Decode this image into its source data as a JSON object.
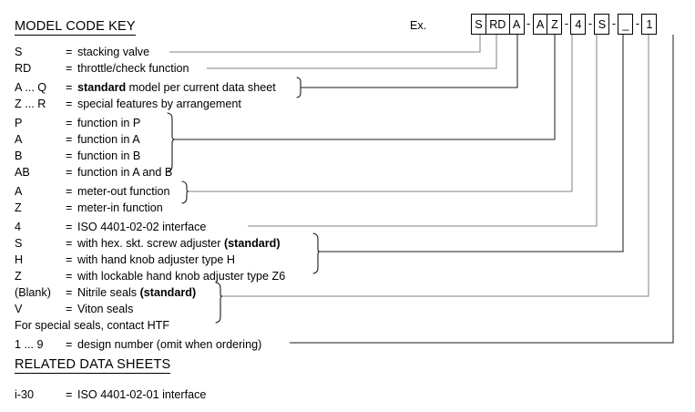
{
  "document": {
    "title": "MODEL CODE KEY",
    "related_title": "RELATED DATA SHEETS",
    "example_label": "Ex."
  },
  "model_code": {
    "boxes": [
      {
        "id": "box-s",
        "value": "S"
      },
      {
        "id": "box-rd",
        "value": "RD"
      },
      {
        "id": "box-a1",
        "value": "A"
      },
      {
        "id": "box-a2",
        "value": "A"
      },
      {
        "id": "box-z",
        "value": "Z"
      },
      {
        "id": "box-4",
        "value": "4"
      },
      {
        "id": "box-s2",
        "value": "S"
      },
      {
        "id": "box-blank",
        "value": "_"
      },
      {
        "id": "box-1",
        "value": "1"
      }
    ],
    "separator": "-",
    "full_code": "S RD A - A Z - 4 - S - _ - 1"
  },
  "key_rows": [
    {
      "code": "S",
      "eq": "=",
      "desc": "stacking valve"
    },
    {
      "code": "RD",
      "eq": "=",
      "desc": "throttle/check function"
    },
    {
      "code": "A ... Q",
      "eq": "=",
      "desc_bold": "standard",
      "desc": " model per current data sheet"
    },
    {
      "code": "Z ... R",
      "eq": "=",
      "desc": "special features by arrangement"
    },
    {
      "code": "P",
      "eq": "=",
      "desc": "function in P"
    },
    {
      "code": "A",
      "eq": "=",
      "desc": "function in A"
    },
    {
      "code": "B",
      "eq": "=",
      "desc": "function in B"
    },
    {
      "code": "AB",
      "eq": "=",
      "desc": "function in A and B"
    },
    {
      "code": "A",
      "eq": "=",
      "desc": "meter-out function"
    },
    {
      "code": "Z",
      "eq": "=",
      "desc": "meter-in function"
    },
    {
      "code": "4",
      "eq": "=",
      "desc": "ISO 4401-02-02 interface"
    },
    {
      "code": "S",
      "eq": "=",
      "desc": "with hex. skt. screw adjuster ",
      "desc_bold_after": "(standard)"
    },
    {
      "code": "H",
      "eq": "=",
      "desc": "with hand knob adjuster type H"
    },
    {
      "code": "Z",
      "eq": "=",
      "desc": "with lockable hand knob adjuster type Z6"
    },
    {
      "code": "(Blank)",
      "eq": "=",
      "desc": "Nitrile seals ",
      "desc_bold_after": "(standard)"
    },
    {
      "code": "V",
      "eq": "=",
      "desc": "Viton seals"
    },
    {
      "code": "For special seals, contact HTF",
      "eq": "",
      "desc": ""
    },
    {
      "code": "1 ... 9",
      "eq": "=",
      "desc": "design number (omit when ordering)"
    }
  ],
  "related_data_sheets": [
    {
      "code": "i-30",
      "eq": "=",
      "desc": "ISO 4401-02-01 interface"
    }
  ],
  "colors": {
    "text": "#000000",
    "line": "#000000",
    "line_light": "#808080",
    "background": "#ffffff"
  }
}
